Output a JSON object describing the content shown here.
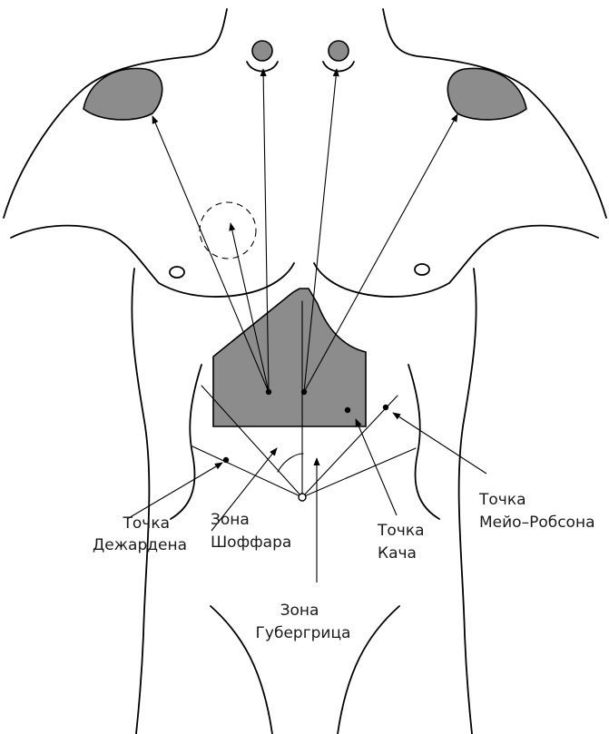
{
  "colors": {
    "shade": "#8c8c8c",
    "line": "#000000",
    "background": "#ffffff"
  },
  "labels": {
    "desjardins": {
      "line1": "Точка",
      "line2": "Дежардена"
    },
    "chauffard": {
      "line1": "Зона",
      "line2": "Шоффара"
    },
    "gubergrits": {
      "line1": "Зона",
      "line2": "Губергрица"
    },
    "kach": {
      "line1": "Точка",
      "line2": "Кача"
    },
    "mayo_robson": {
      "line1": "Точка",
      "line2": "Мейо–Робсона"
    }
  }
}
